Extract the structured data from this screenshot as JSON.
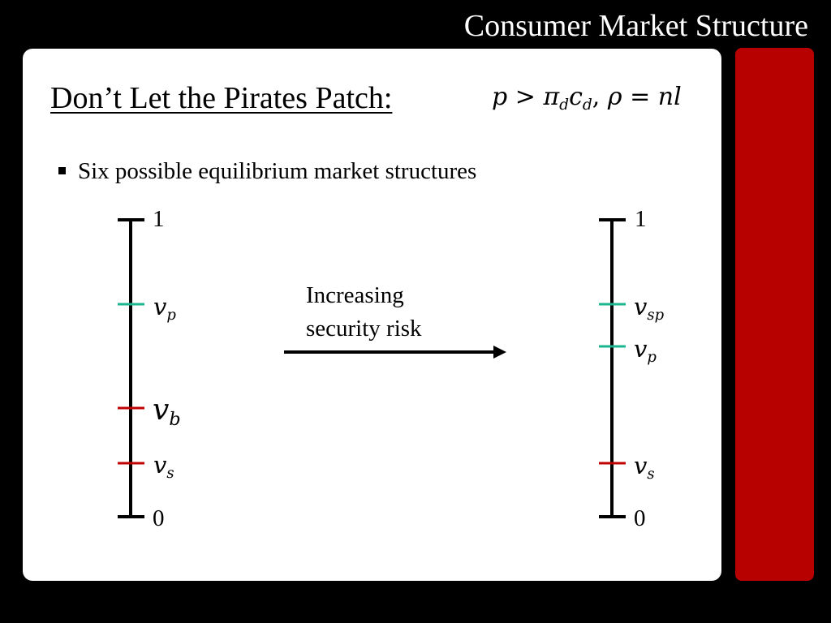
{
  "header": {
    "title": "Consumer Market Structure"
  },
  "slide": {
    "title": "Don’t Let the Pirates Patch:",
    "condition": {
      "p": "p",
      "gt": ">",
      "pi": "π",
      "pi_sub": "d",
      "c": "c",
      "c_sub": "d",
      "comma": ",",
      "rho": "ρ",
      "eq": "=",
      "rhs": "nl"
    },
    "bullet": "Six possible equilibrium market structures"
  },
  "diagram": {
    "arrow_label_line1": "Increasing",
    "arrow_label_line2": "security risk",
    "left_axis": {
      "top_label": "1",
      "bottom_label": "0",
      "ticks": [
        {
          "var": "v",
          "sub": "p",
          "color": "#1bb58f"
        },
        {
          "var": "v",
          "sub": "b",
          "color": "#c00000"
        },
        {
          "var": "v",
          "sub": "s",
          "color": "#c00000"
        }
      ]
    },
    "right_axis": {
      "top_label": "1",
      "bottom_label": "0",
      "ticks": [
        {
          "var": "v",
          "sub": "sp",
          "color": "#1bb58f"
        },
        {
          "var": "v",
          "sub": "p",
          "color": "#1bb58f"
        },
        {
          "var": "v",
          "sub": "s",
          "color": "#c00000"
        }
      ]
    }
  },
  "colors": {
    "background": "#000000",
    "card": "#ffffff",
    "accent_band": "#b70000",
    "teal": "#1bb58f",
    "red": "#c00000"
  }
}
